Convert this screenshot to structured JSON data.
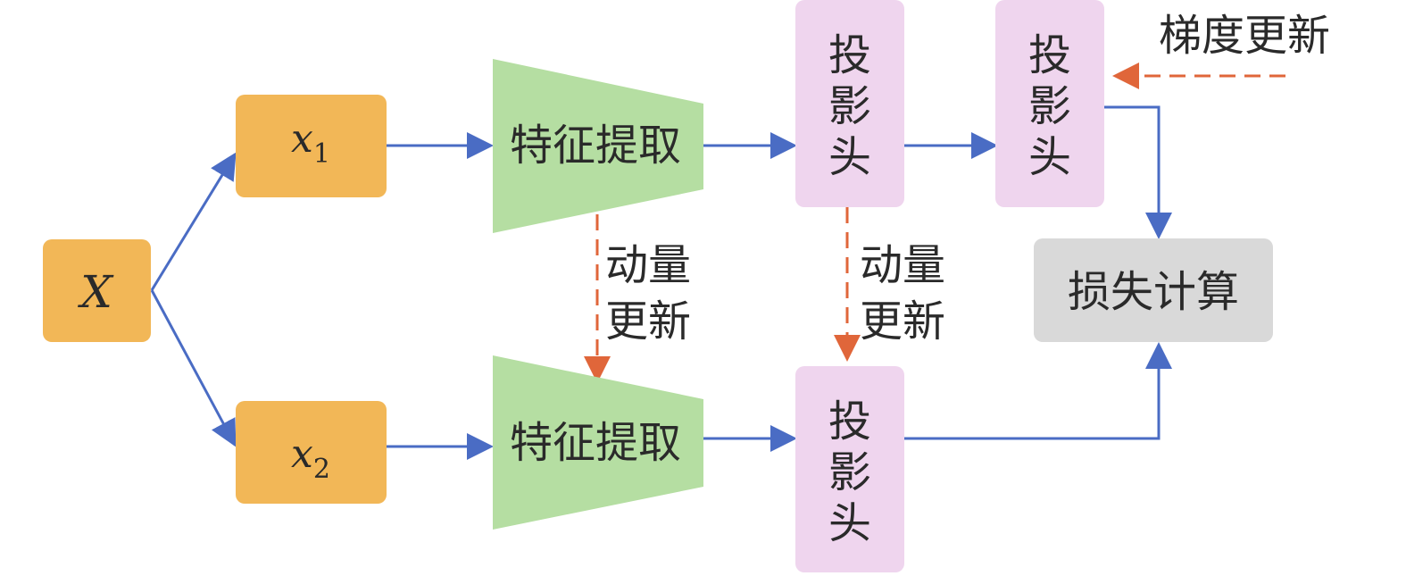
{
  "colors": {
    "input_fill": "#f2b757",
    "extractor_fill": "#b5dea2",
    "projector_fill": "#efd5ee",
    "loss_fill": "#d9d9d9",
    "arrow_blue": "#4a6cc4",
    "arrow_orange": "#e0663a",
    "text": "#2a2a2a"
  },
  "nodes": {
    "input_x": {
      "label": "X"
    },
    "view_1": {
      "label": "x",
      "subscript": "1"
    },
    "view_2": {
      "label": "x",
      "subscript": "2"
    },
    "extractor_top": {
      "label": "特征提取"
    },
    "extractor_bottom": {
      "label": "特征提取"
    },
    "projector_top_1": {
      "label_chars": [
        "投",
        "影",
        "头"
      ]
    },
    "projector_top_2": {
      "label_chars": [
        "投",
        "影",
        "头"
      ]
    },
    "projector_bottom": {
      "label_chars": [
        "投",
        "影",
        "头"
      ]
    },
    "loss": {
      "label": "损失计算"
    }
  },
  "annotations": {
    "momentum_extractor": {
      "line1": "动量",
      "line2": "更新"
    },
    "momentum_projector": {
      "line1": "动量",
      "line2": "更新"
    },
    "gradient_update": {
      "label": "梯度更新"
    }
  }
}
